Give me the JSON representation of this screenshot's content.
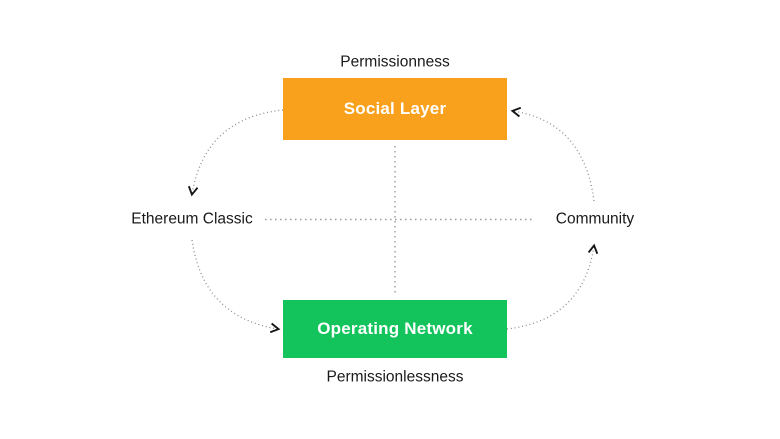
{
  "diagram": {
    "type": "cycle-quadrant-diagram",
    "axis_labels": {
      "top": "Permissionness",
      "bottom": "Permissionlessness",
      "left": "Ethereum Classic",
      "right": "Community"
    },
    "nodes": [
      {
        "id": "social-layer",
        "label": "Social Layer",
        "color": "#F9A11D",
        "text_color": "#FFFFFF"
      },
      {
        "id": "operating-network",
        "label": "Operating Network",
        "color": "#12C45B",
        "text_color": "#FFFFFF"
      }
    ],
    "edges": [
      {
        "from": "social-layer",
        "to": "ethereum-classic",
        "style": "dotted-curved-arrow"
      },
      {
        "from": "ethereum-classic",
        "to": "operating-network",
        "style": "dotted-curved-arrow"
      },
      {
        "from": "operating-network",
        "to": "community",
        "style": "dotted-curved-arrow"
      },
      {
        "from": "community",
        "to": "social-layer",
        "style": "dotted-curved-arrow"
      }
    ],
    "colors": {
      "background": "#FFFFFF",
      "dotted_line": "#8C8C8C",
      "axis_line": "#9A9A9A",
      "arrowhead": "#151515",
      "label_text": "#1A1A1A"
    }
  }
}
